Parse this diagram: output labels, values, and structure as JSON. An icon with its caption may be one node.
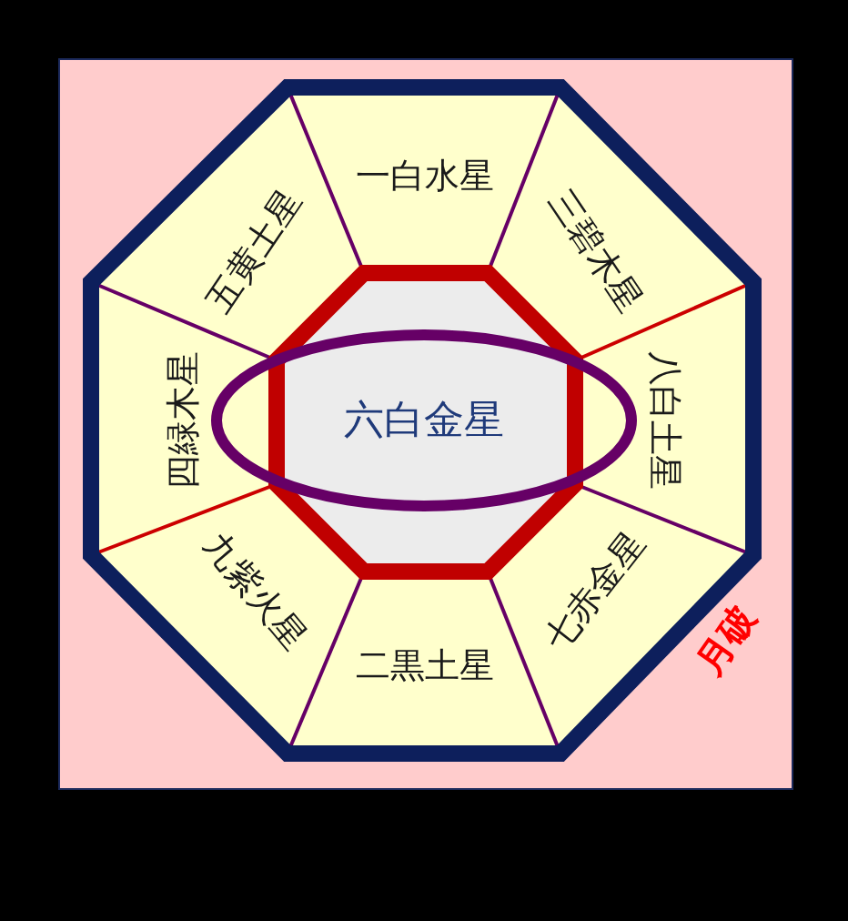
{
  "diagram": {
    "nodes": [
      {
        "text": [
          "五黄土星"
        ]
      },
      {
        "text": [
          "一白水星"
        ]
      },
      {
        "text": [
          "三碧木星"
        ]
      },
      {
        "text": [
          "四緑木星"
        ]
      },
      {
        "text": [
          "六白金星"
        ]
      },
      {
        "text": [
          "八白土星"
        ]
      },
      {
        "text": [
          "九紫火星"
        ]
      },
      {
        "text": [
          "二黒土星"
        ]
      },
      {
        "text": [
          "七赤金星"
        ]
      }
    ],
    "labels": [
      "月破"
    ]
  }
}
